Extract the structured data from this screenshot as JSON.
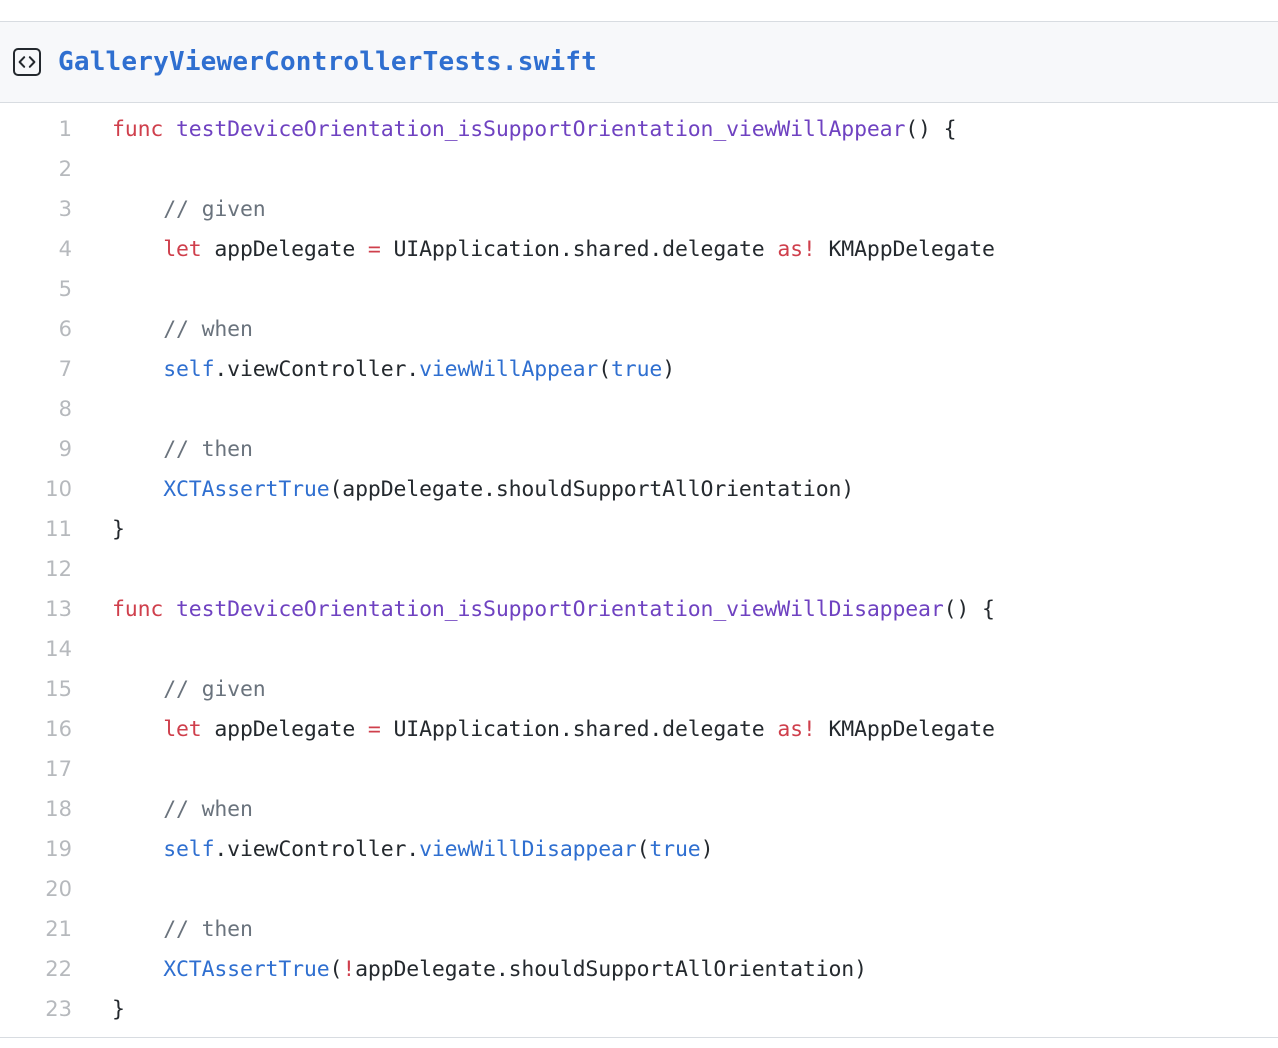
{
  "header": {
    "icon": "code-brackets-icon",
    "icon_glyph": "<>",
    "filename": "GalleryViewerControllerTests.swift",
    "title_color": "#2f6fd0",
    "background": "#f7f8fa",
    "border_color": "#d8dce1"
  },
  "editor": {
    "language": "swift",
    "background": "#ffffff",
    "line_number_color": "#b6b9bd",
    "total_lines": 23,
    "colors": {
      "keyword": "#cf3f4c",
      "function_declaration": "#6f42c1",
      "plain": "#24292e",
      "comment": "#6a737d",
      "call_and_literal": "#2f6fd0"
    },
    "lines": [
      {
        "number": "1",
        "text": "func testDeviceOrientation_isSupportOrientation_viewWillAppear() {",
        "tokens": [
          {
            "t": "func",
            "c": "tok-kw"
          },
          {
            "t": " ",
            "c": "tok-plain"
          },
          {
            "t": "testDeviceOrientation_isSupportOrientation_viewWillAppear",
            "c": "tok-fn"
          },
          {
            "t": "() {",
            "c": "tok-plain"
          }
        ]
      },
      {
        "number": "2",
        "text": "",
        "tokens": []
      },
      {
        "number": "3",
        "text": "    // given",
        "tokens": [
          {
            "t": "    ",
            "c": "tok-plain"
          },
          {
            "t": "// given",
            "c": "tok-comment"
          }
        ]
      },
      {
        "number": "4",
        "text": "    let appDelegate = UIApplication.shared.delegate as! KMAppDelegate",
        "tokens": [
          {
            "t": "    ",
            "c": "tok-plain"
          },
          {
            "t": "let",
            "c": "tok-kw"
          },
          {
            "t": " appDelegate ",
            "c": "tok-plain"
          },
          {
            "t": "=",
            "c": "tok-kw"
          },
          {
            "t": " UIApplication.shared.delegate ",
            "c": "tok-plain"
          },
          {
            "t": "as!",
            "c": "tok-kw"
          },
          {
            "t": " KMAppDelegate",
            "c": "tok-plain"
          }
        ]
      },
      {
        "number": "5",
        "text": "",
        "tokens": []
      },
      {
        "number": "6",
        "text": "    // when",
        "tokens": [
          {
            "t": "    ",
            "c": "tok-plain"
          },
          {
            "t": "// when",
            "c": "tok-comment"
          }
        ]
      },
      {
        "number": "7",
        "text": "    self.viewController.viewWillAppear(true)",
        "tokens": [
          {
            "t": "    ",
            "c": "tok-plain"
          },
          {
            "t": "self",
            "c": "tok-blue"
          },
          {
            "t": ".viewController.",
            "c": "tok-plain"
          },
          {
            "t": "viewWillAppear",
            "c": "tok-blue"
          },
          {
            "t": "(",
            "c": "tok-plain"
          },
          {
            "t": "true",
            "c": "tok-blue"
          },
          {
            "t": ")",
            "c": "tok-plain"
          }
        ]
      },
      {
        "number": "8",
        "text": "",
        "tokens": []
      },
      {
        "number": "9",
        "text": "    // then",
        "tokens": [
          {
            "t": "    ",
            "c": "tok-plain"
          },
          {
            "t": "// then",
            "c": "tok-comment"
          }
        ]
      },
      {
        "number": "10",
        "text": "    XCTAssertTrue(appDelegate.shouldSupportAllOrientation)",
        "tokens": [
          {
            "t": "    ",
            "c": "tok-plain"
          },
          {
            "t": "XCTAssertTrue",
            "c": "tok-blue"
          },
          {
            "t": "(appDelegate.shouldSupportAllOrientation)",
            "c": "tok-plain"
          }
        ]
      },
      {
        "number": "11",
        "text": "}",
        "tokens": [
          {
            "t": "}",
            "c": "tok-plain"
          }
        ]
      },
      {
        "number": "12",
        "text": "",
        "tokens": []
      },
      {
        "number": "13",
        "text": "func testDeviceOrientation_isSupportOrientation_viewWillDisappear() {",
        "tokens": [
          {
            "t": "func",
            "c": "tok-kw"
          },
          {
            "t": " ",
            "c": "tok-plain"
          },
          {
            "t": "testDeviceOrientation_isSupportOrientation_viewWillDisappear",
            "c": "tok-fn"
          },
          {
            "t": "() {",
            "c": "tok-plain"
          }
        ]
      },
      {
        "number": "14",
        "text": "",
        "tokens": []
      },
      {
        "number": "15",
        "text": "    // given",
        "tokens": [
          {
            "t": "    ",
            "c": "tok-plain"
          },
          {
            "t": "// given",
            "c": "tok-comment"
          }
        ]
      },
      {
        "number": "16",
        "text": "    let appDelegate = UIApplication.shared.delegate as! KMAppDelegate",
        "tokens": [
          {
            "t": "    ",
            "c": "tok-plain"
          },
          {
            "t": "let",
            "c": "tok-kw"
          },
          {
            "t": " appDelegate ",
            "c": "tok-plain"
          },
          {
            "t": "=",
            "c": "tok-kw"
          },
          {
            "t": " UIApplication.shared.delegate ",
            "c": "tok-plain"
          },
          {
            "t": "as!",
            "c": "tok-kw"
          },
          {
            "t": " KMAppDelegate",
            "c": "tok-plain"
          }
        ]
      },
      {
        "number": "17",
        "text": "",
        "tokens": []
      },
      {
        "number": "18",
        "text": "    // when",
        "tokens": [
          {
            "t": "    ",
            "c": "tok-plain"
          },
          {
            "t": "// when",
            "c": "tok-comment"
          }
        ]
      },
      {
        "number": "19",
        "text": "    self.viewController.viewWillDisappear(true)",
        "tokens": [
          {
            "t": "    ",
            "c": "tok-plain"
          },
          {
            "t": "self",
            "c": "tok-blue"
          },
          {
            "t": ".viewController.",
            "c": "tok-plain"
          },
          {
            "t": "viewWillDisappear",
            "c": "tok-blue"
          },
          {
            "t": "(",
            "c": "tok-plain"
          },
          {
            "t": "true",
            "c": "tok-blue"
          },
          {
            "t": ")",
            "c": "tok-plain"
          }
        ]
      },
      {
        "number": "20",
        "text": "",
        "tokens": []
      },
      {
        "number": "21",
        "text": "    // then",
        "tokens": [
          {
            "t": "    ",
            "c": "tok-plain"
          },
          {
            "t": "// then",
            "c": "tok-comment"
          }
        ]
      },
      {
        "number": "22",
        "text": "    XCTAssertTrue(!appDelegate.shouldSupportAllOrientation)",
        "tokens": [
          {
            "t": "    ",
            "c": "tok-plain"
          },
          {
            "t": "XCTAssertTrue",
            "c": "tok-blue"
          },
          {
            "t": "(",
            "c": "tok-plain"
          },
          {
            "t": "!",
            "c": "tok-kw"
          },
          {
            "t": "appDelegate.shouldSupportAllOrientation)",
            "c": "tok-plain"
          }
        ]
      },
      {
        "number": "23",
        "text": "}",
        "tokens": [
          {
            "t": "}",
            "c": "tok-plain"
          }
        ]
      }
    ]
  }
}
